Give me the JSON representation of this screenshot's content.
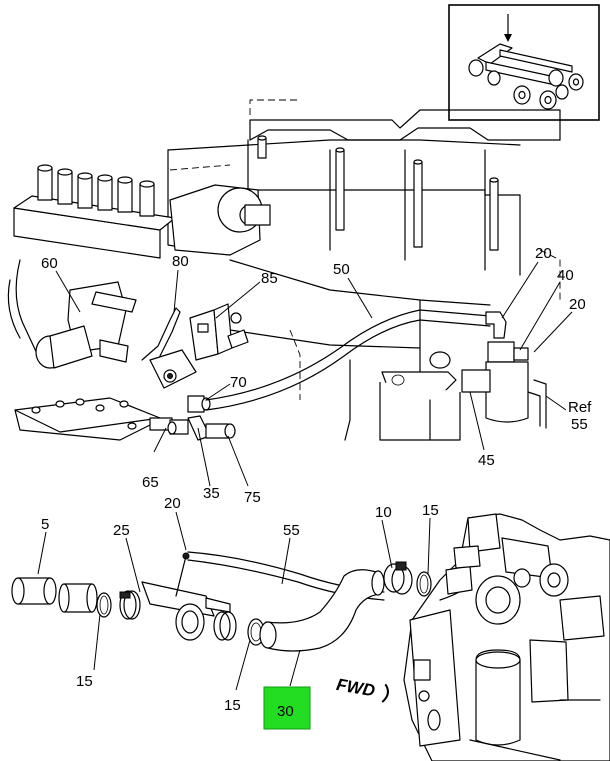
{
  "diagram": {
    "callouts": {
      "c60": "60",
      "c80": "80",
      "c85": "85",
      "c50": "50",
      "c20_top": "20",
      "c40": "40",
      "c20_right": "20",
      "c_ref": "Ref",
      "c55_ref": "55",
      "c70": "70",
      "c45": "45",
      "c65": "65",
      "c35": "35",
      "c75": "75",
      "c20_mid": "20",
      "c5": "5",
      "c25": "25",
      "c55": "55",
      "c10": "10",
      "c15_right": "15",
      "c15_left": "15",
      "c15_bottom": "15",
      "c30": "30"
    },
    "direction_label": "FWD",
    "highlight_color": "#22dd22",
    "inset": {
      "arrow_icon": "down-arrow-icon",
      "vehicle_icon": "truck-chassis-icon"
    }
  }
}
